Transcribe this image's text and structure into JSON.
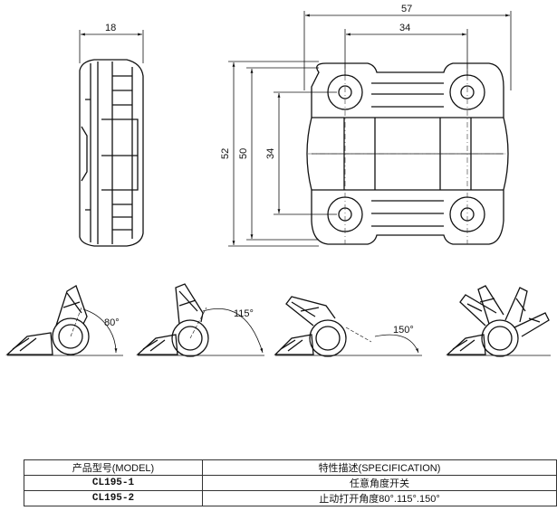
{
  "dimensions": {
    "side_width": "18",
    "front_overall_width": "57",
    "front_hole_spacing_x": "34",
    "front_overall_height": "52",
    "front_body_height": "50",
    "front_hole_spacing_y": "34"
  },
  "angles": [
    "80°",
    "115°",
    "150°"
  ],
  "table": {
    "header_model": "产品型号(MODEL)",
    "header_spec": "特性描述(SPECIFICATION)",
    "rows": [
      {
        "model": "CL195-1",
        "spec": "任意角度开关"
      },
      {
        "model": "CL195-2",
        "spec": "止动打开角度80°.115°.150°"
      }
    ]
  }
}
